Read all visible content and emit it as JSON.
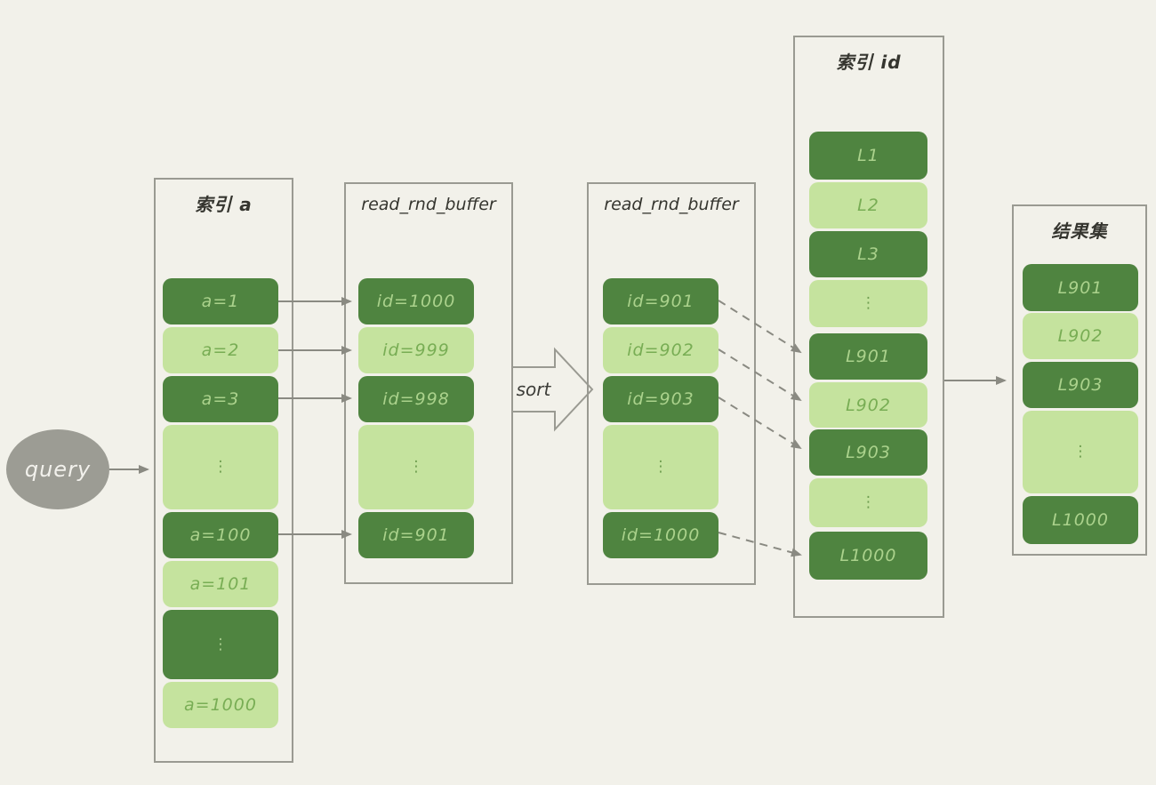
{
  "query_node": {
    "label": "query"
  },
  "sort_label": "sort",
  "colors": {
    "background": "#f2f1ea",
    "cell_dark": "#4f8440",
    "cell_light": "#c5e39e",
    "cell_dark_text": "#abd28c",
    "cell_light_text": "#78ad54",
    "box_border": "#9a9a92",
    "arrow": "#8a8a82",
    "query_fill": "#9c9c94",
    "title_text": "#35352f"
  },
  "columns": [
    {
      "id": "index-a",
      "title": "索引 a",
      "cells": [
        {
          "label": "a=1",
          "variant": "dark"
        },
        {
          "label": "a=2",
          "variant": "light"
        },
        {
          "label": "a=3",
          "variant": "dark"
        },
        {
          "label": "⋮",
          "variant": "light"
        },
        {
          "label": "a=100",
          "variant": "dark"
        },
        {
          "label": "a=101",
          "variant": "light"
        },
        {
          "label": "⋮",
          "variant": "dark"
        },
        {
          "label": "a=1000",
          "variant": "light"
        }
      ]
    },
    {
      "id": "read-rnd-buffer-unsorted",
      "title": "read_rnd_buffer",
      "cells": [
        {
          "label": "id=1000",
          "variant": "dark"
        },
        {
          "label": "id=999",
          "variant": "light"
        },
        {
          "label": "id=998",
          "variant": "dark"
        },
        {
          "label": "⋮",
          "variant": "light"
        },
        {
          "label": "id=901",
          "variant": "dark"
        }
      ]
    },
    {
      "id": "read-rnd-buffer-sorted",
      "title": "read_rnd_buffer",
      "cells": [
        {
          "label": "id=901",
          "variant": "dark"
        },
        {
          "label": "id=902",
          "variant": "light"
        },
        {
          "label": "id=903",
          "variant": "dark"
        },
        {
          "label": "⋮",
          "variant": "light"
        },
        {
          "label": "id=1000",
          "variant": "dark"
        }
      ]
    },
    {
      "id": "index-id",
      "title": "索引 id",
      "cells": [
        {
          "label": "L1",
          "variant": "dark"
        },
        {
          "label": "L2",
          "variant": "light"
        },
        {
          "label": "L3",
          "variant": "dark"
        },
        {
          "label": "⋮",
          "variant": "light"
        },
        {
          "label": "L901",
          "variant": "dark"
        },
        {
          "label": "L902",
          "variant": "light"
        },
        {
          "label": "L903",
          "variant": "dark"
        },
        {
          "label": "⋮",
          "variant": "light"
        },
        {
          "label": "L1000",
          "variant": "dark"
        }
      ]
    },
    {
      "id": "result-set",
      "title": "结果集",
      "cells": [
        {
          "label": "L901",
          "variant": "dark"
        },
        {
          "label": "L902",
          "variant": "light"
        },
        {
          "label": "L903",
          "variant": "dark"
        },
        {
          "label": "⋮",
          "variant": "light"
        },
        {
          "label": "L1000",
          "variant": "dark"
        }
      ]
    }
  ]
}
